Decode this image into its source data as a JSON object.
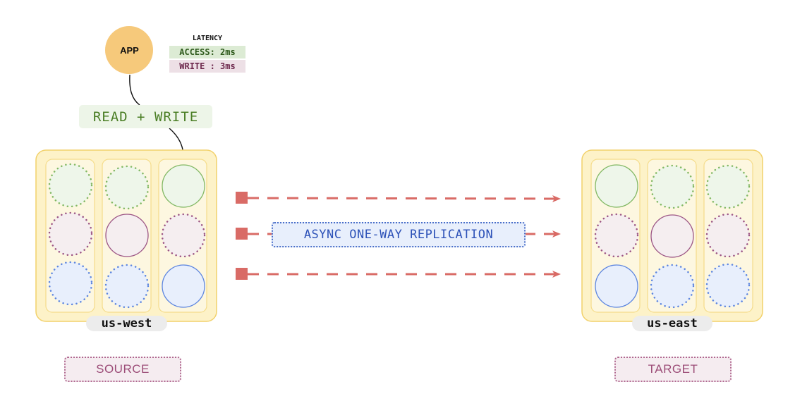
{
  "app": {
    "label": "APP",
    "color": "#f6c97b"
  },
  "latency": {
    "title": "LATENCY",
    "access": "ACCESS: 2ms",
    "write": "WRITE : 3ms"
  },
  "operation": {
    "label": "READ + WRITE"
  },
  "replication": {
    "label": "ASYNC ONE-WAY REPLICATION",
    "arrow_color": "#d96b66"
  },
  "regions": [
    {
      "name": "us-west",
      "role": "SOURCE"
    },
    {
      "name": "us-east",
      "role": "TARGET"
    }
  ],
  "colors": {
    "region_fill": "#fdf2c8",
    "region_border": "#f2d16b",
    "column_fill": "#fdf7e0",
    "green": "#82b864",
    "green_fill": "#eef6ea",
    "purple": "#9c5585",
    "purple_fill": "#f5eef0",
    "blue": "#5d86e0",
    "blue_fill": "#e8effc"
  }
}
